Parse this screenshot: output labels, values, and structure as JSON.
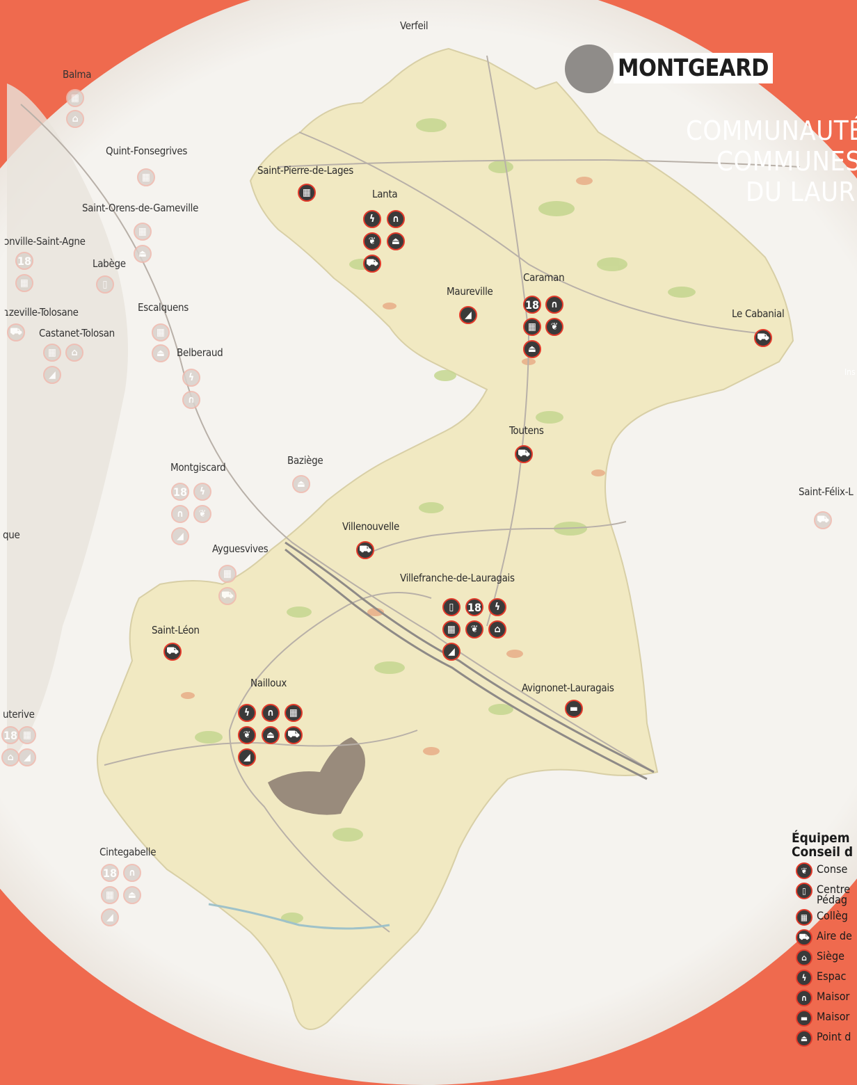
{
  "header": {
    "commune": "MONTGEARD",
    "title_lines": [
      "COMMUNAUTÉ",
      "COMMUNES",
      "DU LAUR"
    ],
    "side_text": "Ins"
  },
  "places": [
    {
      "name": "Verfeil",
      "faded": true,
      "icons": []
    },
    {
      "name": "Balma",
      "faded": true,
      "icons": [
        "college",
        "siege"
      ]
    },
    {
      "name": "Quint-Fonsegrives",
      "faded": true,
      "icons": [
        "college"
      ]
    },
    {
      "name": "Saint-Pierre-de-Lages",
      "faded": false,
      "icons": [
        "college"
      ]
    },
    {
      "name": "Lanta",
      "faded": false,
      "icons": [
        "espace",
        "maison-a",
        "conseil",
        "point",
        "aire"
      ]
    },
    {
      "name": "Saint-Orens-de-Gameville",
      "faded": true,
      "icons": [
        "college",
        "point"
      ]
    },
    {
      "name": "ɔnville-Saint-Agne",
      "faded": true,
      "icons": [
        "n18",
        "college"
      ]
    },
    {
      "name": "Labège",
      "faded": true,
      "icons": [
        "centre"
      ]
    },
    {
      "name": "Maureville",
      "faded": false,
      "icons": [
        "route"
      ]
    },
    {
      "name": "Caraman",
      "faded": false,
      "icons": [
        "n18",
        "maison-a",
        "college",
        "conseil",
        "point"
      ]
    },
    {
      "name": "Le Cabanial",
      "faded": false,
      "icons": [
        "aire"
      ]
    },
    {
      "name": "ɿzeville-Tolosane",
      "faded": true,
      "icons": [
        "aire"
      ]
    },
    {
      "name": "Escalquens",
      "faded": true,
      "icons": [
        "college",
        "point"
      ]
    },
    {
      "name": "Castanet-Tolosan",
      "faded": true,
      "icons": [
        "college",
        "siege",
        "route"
      ]
    },
    {
      "name": "Belberaud",
      "faded": true,
      "icons": [
        "espace",
        "maison-a"
      ]
    },
    {
      "name": "Toutens",
      "faded": false,
      "icons": [
        "aire"
      ]
    },
    {
      "name": "Montgiscard",
      "faded": true,
      "icons": [
        "n18",
        "espace",
        "maison-a",
        "conseil",
        "route"
      ]
    },
    {
      "name": "Baziège",
      "faded": true,
      "icons": [
        "point"
      ]
    },
    {
      "name": "Saint-Félix-L",
      "faded": true,
      "icons": [
        "aire"
      ]
    },
    {
      "name": "que",
      "faded": true,
      "icons": []
    },
    {
      "name": "Villenouvelle",
      "faded": false,
      "icons": [
        "aire"
      ]
    },
    {
      "name": "Ayguesvives",
      "faded": true,
      "icons": [
        "college",
        "aire"
      ]
    },
    {
      "name": "Villefranche-de-Lauragais",
      "faded": false,
      "icons": [
        "centre",
        "n18",
        "espace",
        "college",
        "conseil",
        "siege",
        "route"
      ]
    },
    {
      "name": "Saint-Léon",
      "faded": false,
      "icons": [
        "aire"
      ]
    },
    {
      "name": "Nailloux",
      "faded": false,
      "icons": [
        "espace",
        "maison-a",
        "college",
        "conseil",
        "point",
        "aire",
        "route"
      ]
    },
    {
      "name": "Avignonet-Lauragais",
      "faded": false,
      "icons": [
        "maison-b"
      ]
    },
    {
      "name": "uterive",
      "faded": true,
      "icons": [
        "n18",
        "college",
        "siege",
        "route"
      ]
    },
    {
      "name": "Cintegabelle",
      "faded": true,
      "icons": [
        "n18",
        "maison-a",
        "college",
        "point",
        "route"
      ]
    }
  ],
  "icon_glyphs": {
    "conseil": "❦",
    "centre": "▯",
    "college": "▦",
    "aire": "⛟",
    "siege": "⌂",
    "espace": "ϟ",
    "maison-a": "∩",
    "maison-b": "▬",
    "point": "⏏",
    "route": "◢",
    "n18": "18"
  },
  "legend": {
    "heading_lines": [
      "Équipem",
      "Conseil d"
    ],
    "items": [
      {
        "icon": "conseil",
        "text": "Conse"
      },
      {
        "icon": "centre",
        "text": "Centre\nPédag"
      },
      {
        "icon": "college",
        "text": "Collèg"
      },
      {
        "icon": "aire",
        "text": "Aire de"
      },
      {
        "icon": "siege",
        "text": "Siège"
      },
      {
        "icon": "espace",
        "text": "Espac"
      },
      {
        "icon": "maison-a",
        "text": "Maisor"
      },
      {
        "icon": "maison-b",
        "text": "Maisor"
      },
      {
        "icon": "point",
        "text": "Point d"
      }
    ]
  },
  "colors": {
    "background": "#ef6a4e",
    "circle": "#f4f2ee",
    "territory": "#f1e9c2",
    "icon_dark": "#3a3a3a",
    "icon_ring": "#e23a2a",
    "badge_grey": "#8f8c89"
  }
}
